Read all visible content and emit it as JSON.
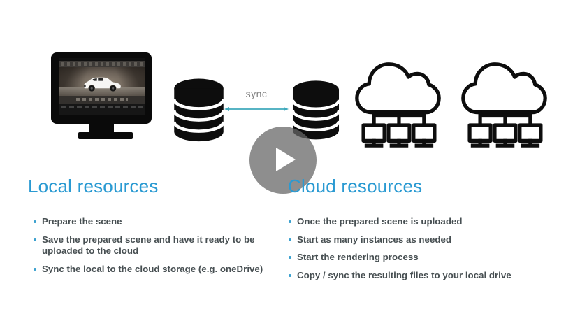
{
  "diagram": {
    "sync_label": "sync",
    "icons": {
      "workstation": "monitor-3d-render-icon",
      "local_database": "database-icon",
      "cloud_database": "database-icon",
      "cloud_cluster_left": "cloud-computing-icon",
      "cloud_cluster_right": "cloud-computing-icon"
    }
  },
  "video": {
    "play_button": "play-icon"
  },
  "sections": {
    "local": {
      "title": "Local resources",
      "bullets": [
        "Prepare the scene",
        "Save the prepared scene and have it ready to be uploaded to the cloud",
        "Sync the local to the cloud storage (e.g. oneDrive)"
      ]
    },
    "cloud": {
      "title": "Cloud resources",
      "bullets": [
        "Once the prepared scene is uploaded",
        "Start as many instances as needed",
        "Start the rendering process",
        "Copy / sync the resulting files to your local drive"
      ]
    }
  },
  "colors": {
    "accent_blue": "#2a9ad2",
    "bullet_blue": "#3aa0cf",
    "body_text": "#474f52",
    "sync_line_teal": "#3fa9bc",
    "sync_label_gray": "#7f7f7f",
    "icon_black": "#0d0d0d",
    "play_overlay_gray": "#666666"
  }
}
